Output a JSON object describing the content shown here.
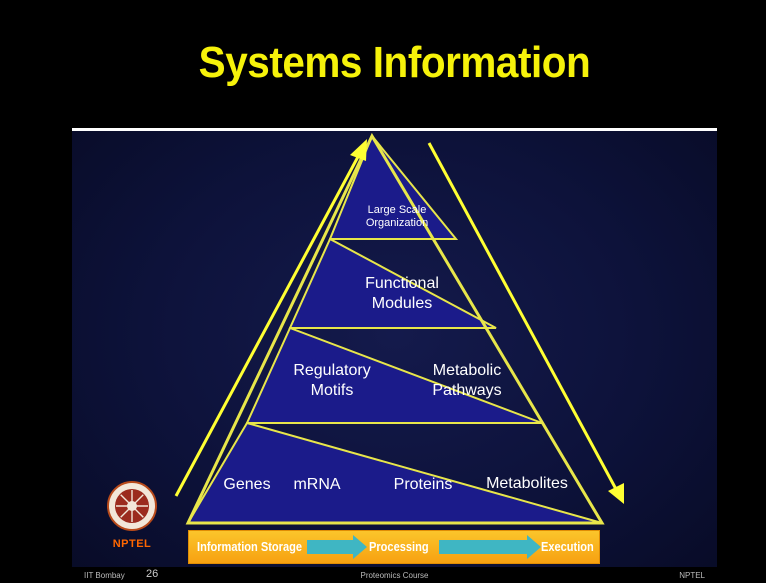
{
  "title": "Systems Information",
  "pyramid": {
    "tier1": "Large Scale\nOrganization",
    "tier2": "Functional\nModules",
    "tier3_left": "Regulatory\nMotifs",
    "tier3_right": "Metabolic\nPathways",
    "base": [
      "Genes",
      "mRNA",
      "Proteins",
      "Metabolites"
    ]
  },
  "flow": [
    "Information Storage",
    "Processing",
    "Execution"
  ],
  "logo": "NPTEL",
  "footer": {
    "left": "IIT Bombay",
    "slide_number": "26",
    "center": "Proteomics Course",
    "right": "NPTEL"
  },
  "colors": {
    "title": "#f6f20a",
    "pyramid_fill": "#1b1b8a",
    "pyramid_border": "#e8e64a",
    "arrow": "#ffff33",
    "flow_bar": "#f7a111",
    "flow_arrow": "#3fb6c3"
  }
}
